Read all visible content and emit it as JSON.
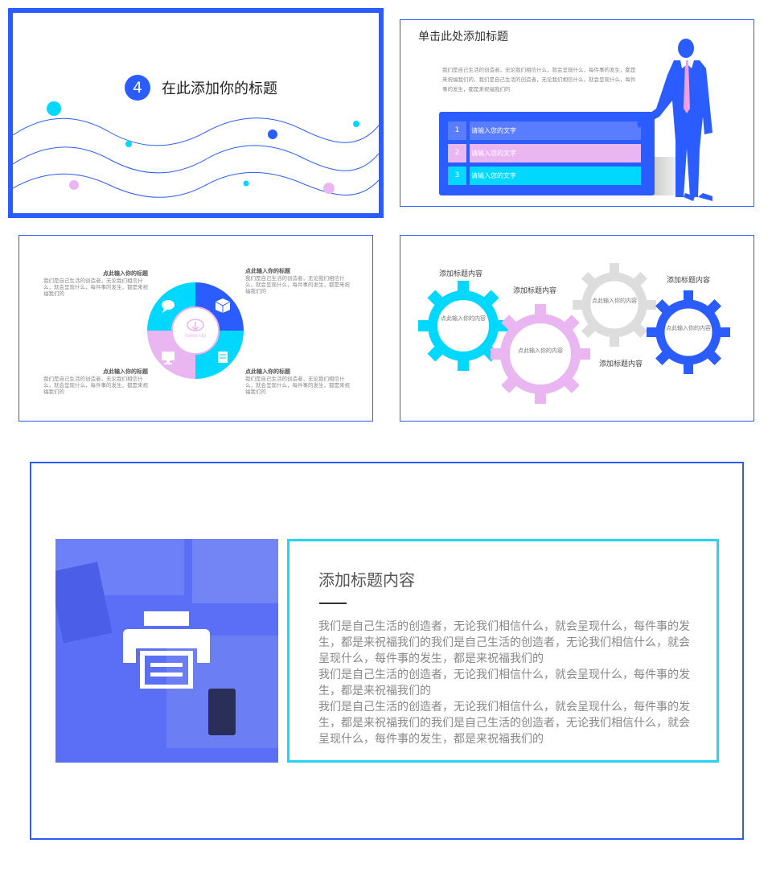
{
  "slide1": {
    "number": "4",
    "title": "在此添加你的标题"
  },
  "slide2": {
    "title": "单击此处添加标题",
    "paragraph": "我们是自己生活的创造者，无论我们相信什么，就会呈现什么，每件事的发生，都是来祝福我们的，我们是自己生活的创造者，无论我们相信什么，就会呈现什么，每件事的发生，都是来祝福我们的",
    "rows": [
      {
        "n": "1",
        "text": "请输入您的文字"
      },
      {
        "n": "2",
        "text": "请输入您的文字"
      },
      {
        "n": "3",
        "text": "请输入您的文字"
      }
    ]
  },
  "slide3": {
    "center_label": "Sales Up",
    "blocks": [
      {
        "heading": "点此输入你的标题",
        "text": "我们是自己生活的创造者，无论我们相信什么，就会呈现什么，每件事的发生，都是来祝福我们的"
      },
      {
        "heading": "点此输入你的标题",
        "text": "我们是自己生活的创造者，无论我们相信什么，就会呈现什么，每件事的发生，都是来祝福我们的"
      },
      {
        "heading": "点此输入你的标题",
        "text": "我们是自己生活的创造者，无论我们相信什么，就会呈现什么，每件事的发生，都是来祝福我们的"
      },
      {
        "heading": "点此输入你的标题",
        "text": "我们是自己生活的创造者，无论我们相信什么，就会呈现什么，每件事的发生，都是来祝福我们的"
      }
    ]
  },
  "slide4": {
    "labels": [
      "添加标题内容",
      "添加标题内容",
      "添加标题内容",
      "添加标题内容"
    ],
    "gears": [
      "点此输入你的内容",
      "点此输入你的内容",
      "点此输入你的内容",
      "点此输入你的内容"
    ]
  },
  "slide5": {
    "heading": "添加标题内容",
    "paragraphs": [
      "我们是自己生活的创造者，无论我们相信什么，就会呈现什么，每件事的发生，都是来祝福我们的我们是自己生活的创造者，无论我们相信什么，就会呈现什么，每件事的发生，都是来祝福我们的",
      "我们是自己生活的创造者，无论我们相信什么，就会呈现什么，每件事的发生，都是来祝福我们的",
      "我们是自己生活的创造者，无论我们相信什么，就会呈现什么，每件事的发生，都是来祝福我们的我们是自己生活的创造者，无论我们相信什么，就会呈现什么，每件事的发生，都是来祝福我们的"
    ]
  },
  "colors": {
    "blue": "#2b5cff",
    "cyan": "#00d8ff",
    "pink": "#eab6f2",
    "gray": "#dddddd"
  },
  "icons": [
    "chat-icon",
    "box-icon",
    "edit-icon",
    "monitor-icon",
    "cloud-download-icon",
    "printer-icon",
    "businessman-silhouette"
  ]
}
